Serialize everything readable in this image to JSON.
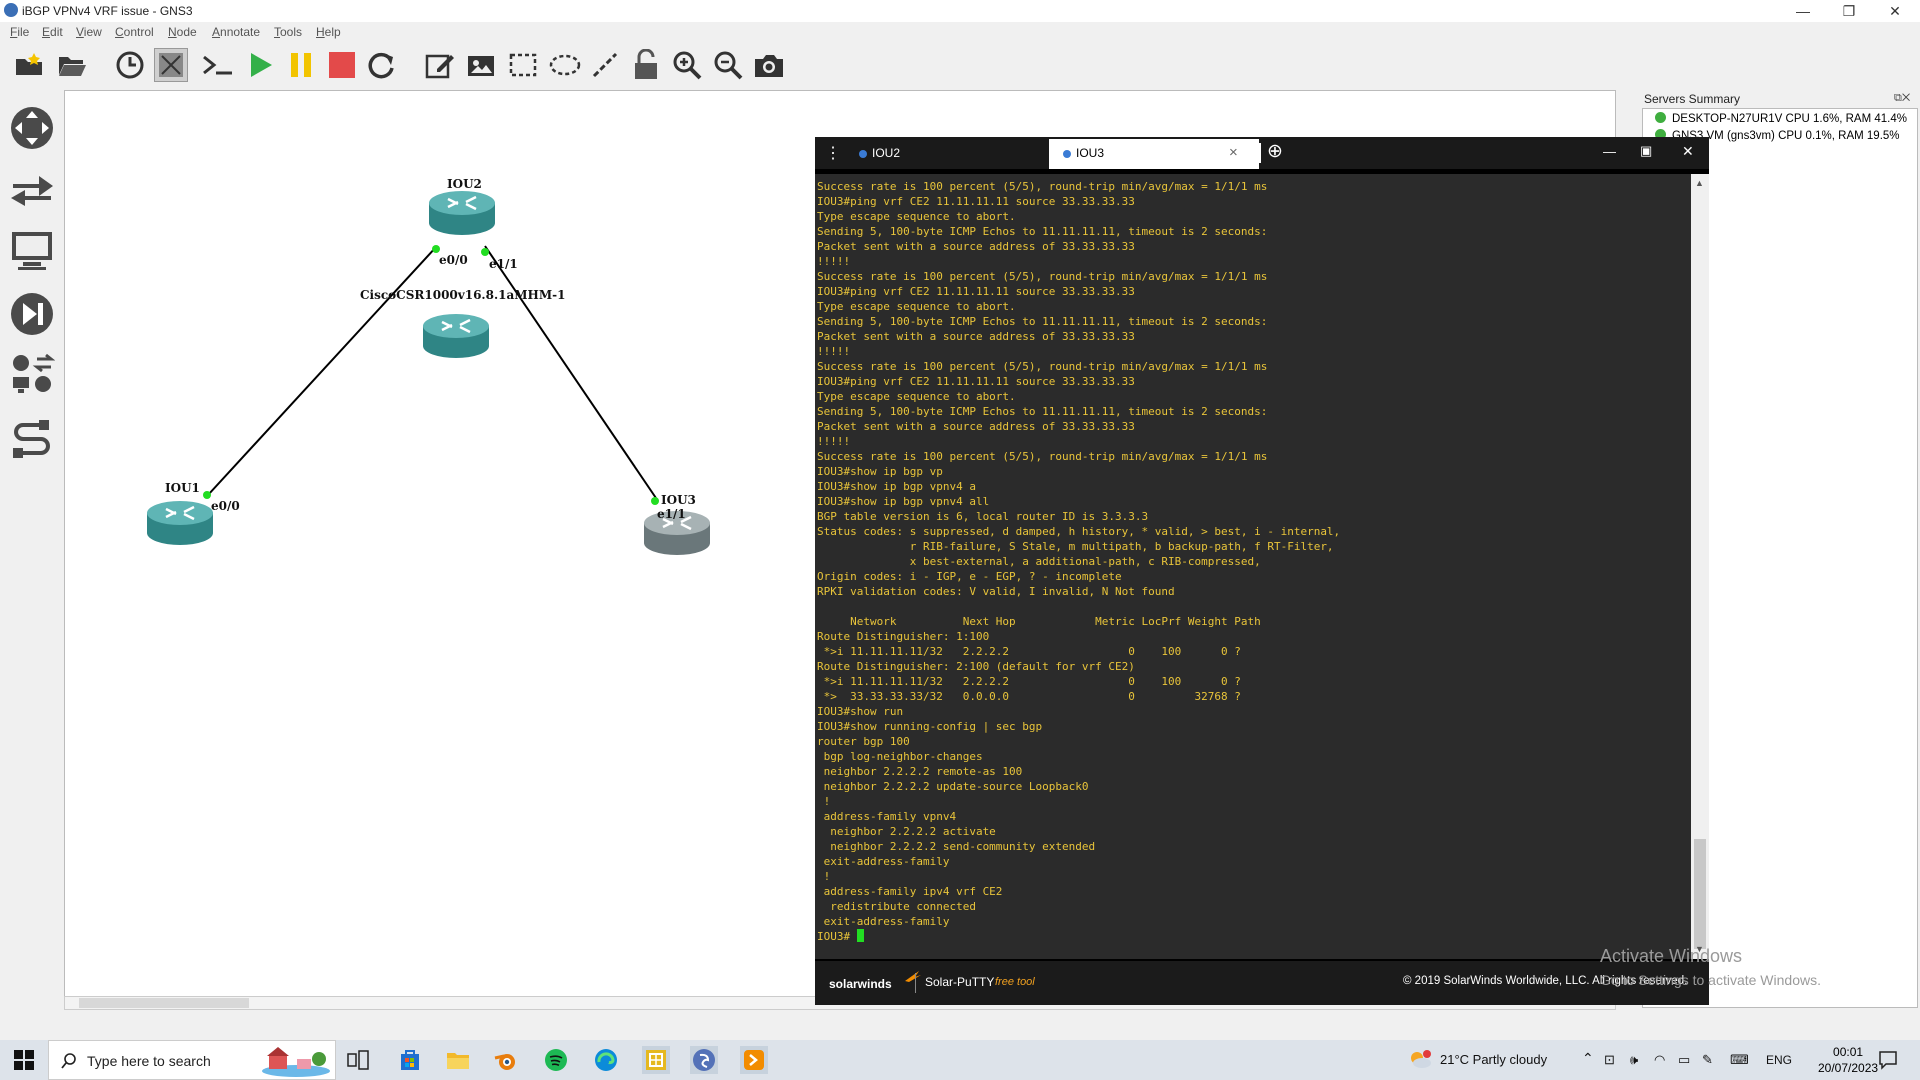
{
  "window": {
    "title": "iBGP VPNv4 VRF issue - GNS3",
    "controls": {
      "minimize": "—",
      "maximize": "❐",
      "close": "✕"
    }
  },
  "menu": [
    "File",
    "Edit",
    "View",
    "Control",
    "Node",
    "Annotate",
    "Tools",
    "Help"
  ],
  "toolbar": [
    "open-project",
    "open-folder",
    "snapshot",
    "show-interface-labels",
    "console-all",
    "start-all",
    "suspend-all",
    "stop-all",
    "reload-all",
    "add-note",
    "insert-image",
    "draw-rectangle",
    "draw-ellipse",
    "draw-line",
    "lock",
    "zoom-in",
    "zoom-out",
    "screenshot"
  ],
  "topology": {
    "nodes": {
      "iou2": "IOU2",
      "csr": "CiscoCSR1000v16.8.1aMHM-1",
      "iou1": "IOU1",
      "iou3": "IOU3"
    },
    "ports": {
      "iou2_e00": "e0/0",
      "iou2_e11": "e1/1",
      "iou1_e00": "e0/0",
      "iou3_e11": "e1/1"
    },
    "colors": {
      "router": "#3f9a9a",
      "router_off": "#7b8a8c",
      "link": "#000000",
      "port_up": "#22dd22"
    }
  },
  "servers": {
    "title": "Servers Summary",
    "items": [
      "DESKTOP-N27UR1V CPU 1.6%, RAM 41.4%",
      "GNS3 VM (gns3vm) CPU 0.1%, RAM 19.5%"
    ]
  },
  "putty": {
    "tabs": [
      "IOU2",
      "IOU3"
    ],
    "tab_close": "×",
    "new_tab": "⊕",
    "controls": {
      "minimize": "—",
      "maximize": "▣",
      "close": "✕"
    },
    "brand": "solarwinds",
    "product": "Solar-PuTTY",
    "free_label": "free tool",
    "copyright": "© 2019 SolarWinds Worldwide, LLC. All rights reserved.",
    "prompt": "IOU3# ",
    "terminal_lines": [
      "Success rate is 100 percent (5/5), round-trip min/avg/max = 1/1/1 ms",
      "IOU3#ping vrf CE2 11.11.11.11 source 33.33.33.33",
      "Type escape sequence to abort.",
      "Sending 5, 100-byte ICMP Echos to 11.11.11.11, timeout is 2 seconds:",
      "Packet sent with a source address of 33.33.33.33",
      "!!!!!",
      "Success rate is 100 percent (5/5), round-trip min/avg/max = 1/1/1 ms",
      "IOU3#ping vrf CE2 11.11.11.11 source 33.33.33.33",
      "Type escape sequence to abort.",
      "Sending 5, 100-byte ICMP Echos to 11.11.11.11, timeout is 2 seconds:",
      "Packet sent with a source address of 33.33.33.33",
      "!!!!!",
      "Success rate is 100 percent (5/5), round-trip min/avg/max = 1/1/1 ms",
      "IOU3#ping vrf CE2 11.11.11.11 source 33.33.33.33",
      "Type escape sequence to abort.",
      "Sending 5, 100-byte ICMP Echos to 11.11.11.11, timeout is 2 seconds:",
      "Packet sent with a source address of 33.33.33.33",
      "!!!!!",
      "Success rate is 100 percent (5/5), round-trip min/avg/max = 1/1/1 ms",
      "IOU3#show ip bgp vp",
      "IOU3#show ip bgp vpnv4 a",
      "IOU3#show ip bgp vpnv4 all",
      "BGP table version is 6, local router ID is 3.3.3.3",
      "Status codes: s suppressed, d damped, h history, * valid, > best, i - internal,",
      "              r RIB-failure, S Stale, m multipath, b backup-path, f RT-Filter,",
      "              x best-external, a additional-path, c RIB-compressed,",
      "Origin codes: i - IGP, e - EGP, ? - incomplete",
      "RPKI validation codes: V valid, I invalid, N Not found",
      "",
      "     Network          Next Hop            Metric LocPrf Weight Path",
      "Route Distinguisher: 1:100",
      " *>i 11.11.11.11/32   2.2.2.2                  0    100      0 ?",
      "Route Distinguisher: 2:100 (default for vrf CE2)",
      " *>i 11.11.11.11/32   2.2.2.2                  0    100      0 ?",
      " *>  33.33.33.33/32   0.0.0.0                  0         32768 ?",
      "IOU3#show run",
      "IOU3#show running-config | sec bgp",
      "router bgp 100",
      " bgp log-neighbor-changes",
      " neighbor 2.2.2.2 remote-as 100",
      " neighbor 2.2.2.2 update-source Loopback0",
      " !",
      " address-family vpnv4",
      "  neighbor 2.2.2.2 activate",
      "  neighbor 2.2.2.2 send-community extended",
      " exit-address-family",
      " !",
      " address-family ipv4 vrf CE2",
      "  redistribute connected",
      " exit-address-family"
    ]
  },
  "watermark": {
    "title": "Activate Windows",
    "subtitle": "Go to Settings to activate Windows."
  },
  "taskbar": {
    "search_placeholder": "Type here to search",
    "weather": "21°C  Partly cloudy",
    "language": "ENG",
    "time": "00:01",
    "date": "20/07/2023"
  }
}
